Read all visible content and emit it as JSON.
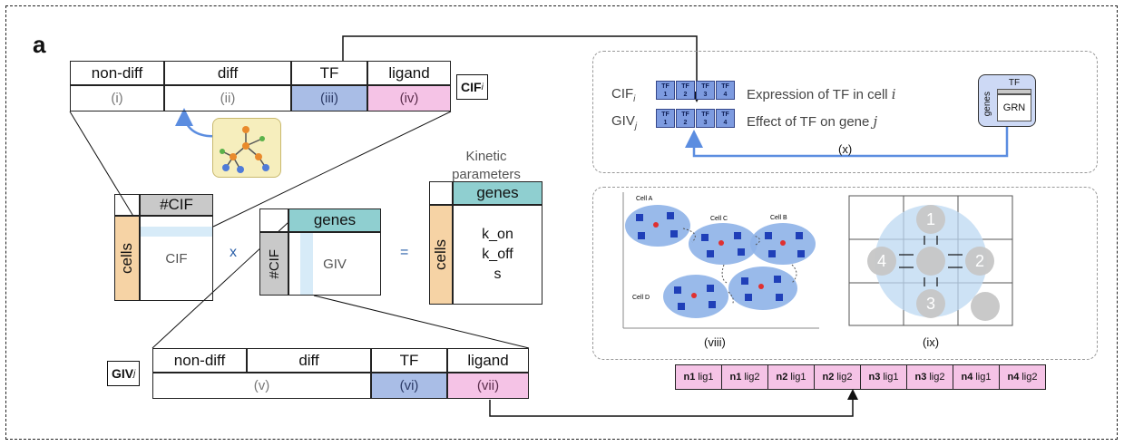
{
  "panel_label": "a",
  "cif_table": {
    "headers": [
      "non-diff",
      "diff",
      "TF",
      "ligand"
    ],
    "subs": [
      "(i)",
      "(ii)",
      "(iii)",
      "(iv)"
    ],
    "tag": "CIF",
    "tag_sub": "i"
  },
  "giv_table": {
    "headers": [
      "non-diff",
      "diff",
      "TF",
      "ligand"
    ],
    "subs": [
      "(v)",
      "(vi)",
      "(vii)"
    ],
    "tag": "GIV",
    "tag_sub": "j"
  },
  "matrices": {
    "cif_col": "#CIF",
    "cif_rows": "cells",
    "cif_body": "CIF",
    "times": "x",
    "giv_col": "genes",
    "giv_rows": "#CIF",
    "giv_body": "GIV",
    "equals": "=",
    "kinetic_title_1": "Kinetic",
    "kinetic_title_2": "parameters",
    "k_col": "genes",
    "k_rows": "cells",
    "k_params": [
      "k_on",
      "k_off",
      "s"
    ]
  },
  "tf_panel": {
    "row1_label": "CIF",
    "row1_sub": "i",
    "row1_desc": "Expression of TF in cell",
    "row1_var": "i",
    "row2_label": "GIV",
    "row2_sub": "j",
    "row2_desc": "Effect of TF on gene",
    "row2_var": "j",
    "box_top": "TF",
    "box_mid": "TF",
    "box_nums": [
      "1",
      "2",
      "3",
      "4"
    ],
    "grn_col": "TF",
    "grn_rows": "genes",
    "grn_body": "GRN",
    "caption": "(x)"
  },
  "spatial_panel": {
    "cells": [
      "Cell A",
      "Cell B",
      "Cell C",
      "Cell D"
    ],
    "caption_viii": "(viii)",
    "caption_ix": "(ix)",
    "neighbors": [
      "1",
      "2",
      "3",
      "4"
    ]
  },
  "ligand_strip": [
    [
      "n1",
      "lig1"
    ],
    [
      "n1",
      "lig2"
    ],
    [
      "n2",
      "lig1"
    ],
    [
      "n2",
      "lig2"
    ],
    [
      "n3",
      "lig1"
    ],
    [
      "n3",
      "lig2"
    ],
    [
      "n4",
      "lig1"
    ],
    [
      "n4",
      "lig2"
    ]
  ],
  "colors": {
    "tf": "#a9bde6",
    "ligand": "#f5c3e6",
    "teal": "#8fcfd0",
    "orange": "#f6d3a5",
    "arrow_blue": "#5b8de0"
  }
}
